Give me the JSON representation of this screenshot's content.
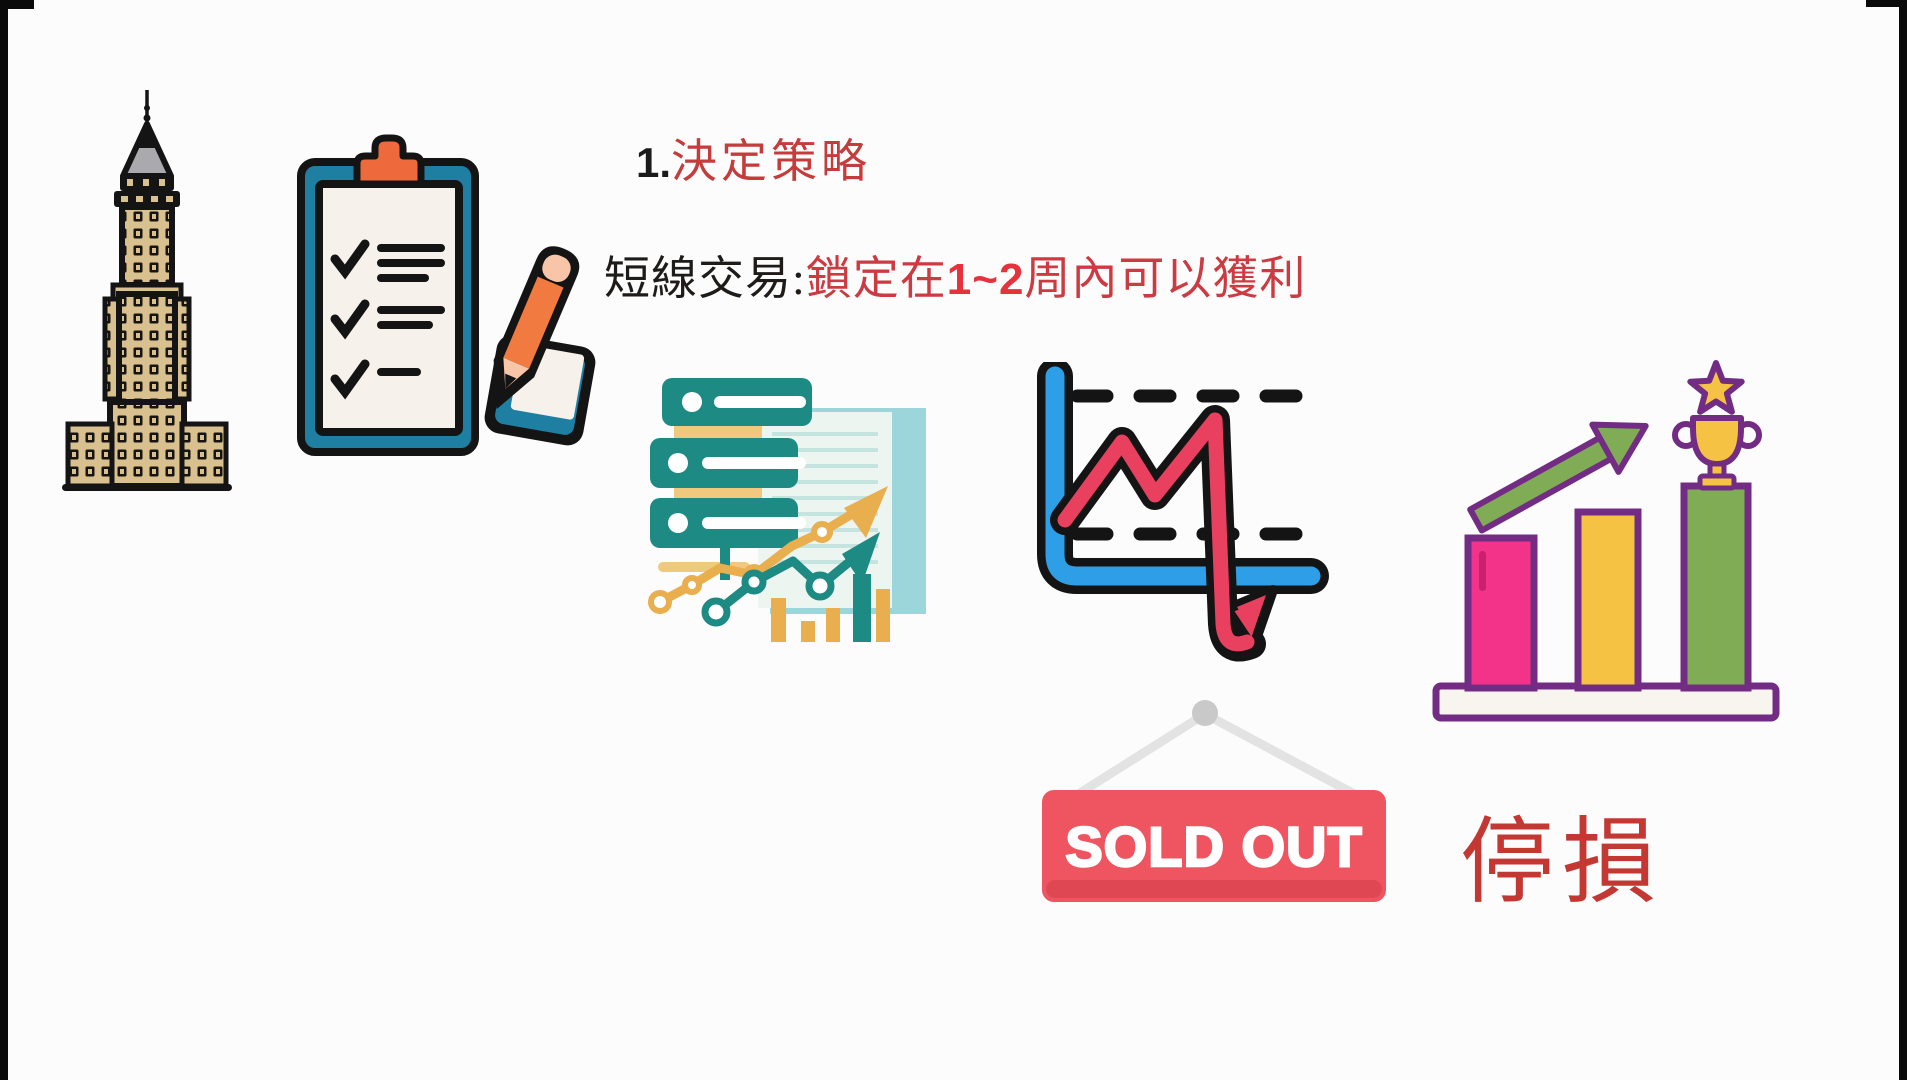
{
  "stage": {
    "background": "#FCFCFC",
    "edge_bar_color": "#0A0A0A"
  },
  "heading": {
    "number": "1.",
    "title": "決定策略",
    "title_color": "#C43C3C",
    "number_color": "#1A1A1A"
  },
  "subtitle": {
    "black_part": "短線交易:",
    "red_part_1": "鎖定在",
    "red_bold_part": "1~2",
    "red_part_2": "周內可以獲利",
    "black_color": "#1E1B18",
    "red_color": "#CB3B41",
    "red_bold_color": "#E6323C"
  },
  "sold_out_sign": {
    "label": "SOLD OUT",
    "sign_color": "#EE5560",
    "sign_shade_color": "#DF4853",
    "text_color": "#FFFFFF",
    "string_color": "#E3E3E3",
    "nail_color": "#C9C9C9"
  },
  "stop_loss": {
    "label": "停損",
    "color": "#C43834"
  },
  "icons": {
    "building": {
      "name": "skyscraper-building",
      "body_color": "#D9C08F",
      "outline_color": "#141414",
      "spire_color": "#A9A9AE"
    },
    "clipboard": {
      "name": "checklist-clipboard-with-pencil",
      "board_color": "#1F7FA3",
      "paper_color": "#F6F1EA",
      "clip_color": "#EE6A3C",
      "pencil_color": "#F07A3F",
      "pencil_eraser_color": "#F8C5A8",
      "checkbox_square_color": "#1E7FA3"
    },
    "analytics": {
      "name": "data-analytics-servers-report",
      "teal": "#1D8A84",
      "gold": "#E9AE4D",
      "pale_gold": "#F0C87E",
      "doc_back": "#9CD6DA",
      "doc_front": "#EDF5F1",
      "doc_lines": "#C5E3DF"
    },
    "stock_chart": {
      "name": "stock-decline-chart",
      "axis_blue": "#2E9FE6",
      "line_red": "#E8405E",
      "outline": "#141414"
    },
    "achievement": {
      "name": "growth-bar-chart-trophy",
      "bar_pink": "#F23389",
      "bar_yellow": "#F6C244",
      "bar_green": "#80AC55",
      "outline_purple": "#732C84",
      "trophy_gold": "#F6C244",
      "base_color": "#F8F5EF",
      "arrow_green": "#80AC55"
    }
  }
}
